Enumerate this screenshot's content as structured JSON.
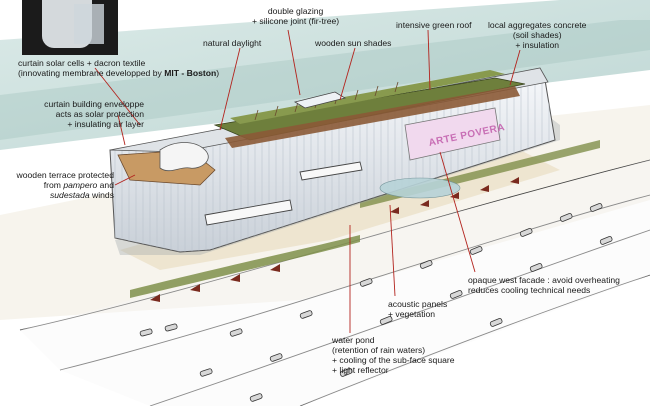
{
  "callouts": {
    "curtain_solar": {
      "line1": "curtain solar cells + dacron textile",
      "line2_pre": "(innovating membrane developped by ",
      "line2_bold": "MIT - Boston",
      "line2_post": ")"
    },
    "double_glazing": {
      "line1": "double glazing",
      "line2": "+ silicone joint (fir-tree)"
    },
    "natural_daylight": {
      "line1": "natural daylight"
    },
    "wooden_sun_shades": {
      "line1": "wooden sun shades"
    },
    "intensive_green_roof": {
      "line1": "intensive green roof"
    },
    "local_aggregates": {
      "line1": "local aggregates concrete",
      "line2": "(soil shades)",
      "line3": "+ insulation"
    },
    "curtain_envelope": {
      "line1": "curtain building enveloppe",
      "line2": "acts as solar protection",
      "line3": "+ insulating air layer"
    },
    "wooden_terrace": {
      "line1": "wooden terrace protected",
      "line2_pre": "from ",
      "line2_it": "pampero",
      "line2_post": " and",
      "line3_it": "sudestada",
      "line3_post": " winds"
    },
    "opaque_west_facade": {
      "line1": "opaque west facade : avoid overheating",
      "line2": "reduces cooling technical needs"
    },
    "acoustic_panels": {
      "line1": "acoustic panels",
      "line2": "+ vegetation"
    },
    "water_pond": {
      "line1": "water pond",
      "line2": "(retention of rain waters)",
      "line3": "+ cooling of the sub-face square",
      "line4": "+ light reflector"
    }
  },
  "facade_sign": "ARTE POVERA",
  "colors": {
    "leader": "#b3241e",
    "water": "#bcd6d2",
    "roof_green": "#6e7f3c",
    "soil": "#8b5a36",
    "facade": "#e9edf1"
  }
}
